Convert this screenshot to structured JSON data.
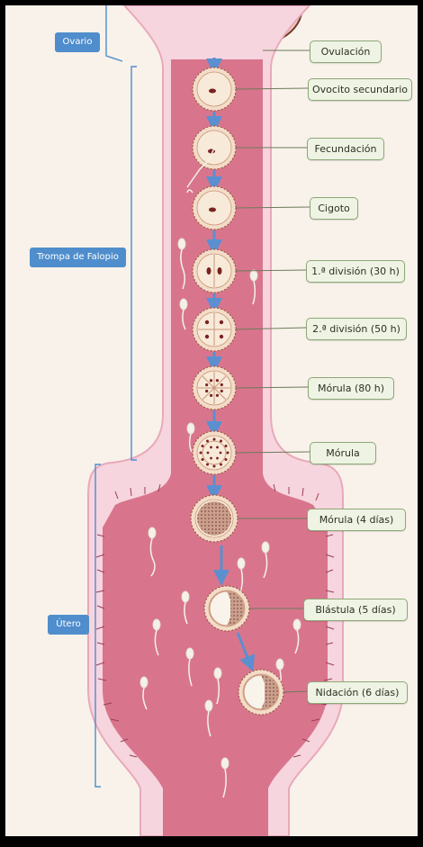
{
  "regions": [
    {
      "id": "ovario",
      "label": "Ovario"
    },
    {
      "id": "trompa",
      "label": "Trompa de Falopio"
    },
    {
      "id": "utero",
      "label": "Útero"
    }
  ],
  "stages": [
    {
      "id": "ovulacion",
      "label": "Ovulación"
    },
    {
      "id": "ovocito",
      "label": "Ovocito secundario"
    },
    {
      "id": "fecundacion",
      "label": "Fecundación"
    },
    {
      "id": "cigoto",
      "label": "Cigoto"
    },
    {
      "id": "division1",
      "label": "1.ª división (30 h)"
    },
    {
      "id": "division2",
      "label": "2.ª división (50 h)"
    },
    {
      "id": "morula80",
      "label": "Mórula (80 h)"
    },
    {
      "id": "morula",
      "label": "Mórula"
    },
    {
      "id": "morula4",
      "label": "Mórula (4 días)"
    },
    {
      "id": "blastula",
      "label": "Blástula (5 días)"
    },
    {
      "id": "nidacion",
      "label": "Nidación (6 días)"
    }
  ],
  "colors": {
    "background": "#f8f2ea",
    "tube_outer": "#f4d2dc",
    "tube_inner": "#d8758d",
    "cell": "#f3dcc8",
    "arrow": "#5b8fd0",
    "region_label": "#4f8dcc",
    "stage_label_bg": "#eef3e4",
    "stage_label_border": "#8ea777"
  }
}
